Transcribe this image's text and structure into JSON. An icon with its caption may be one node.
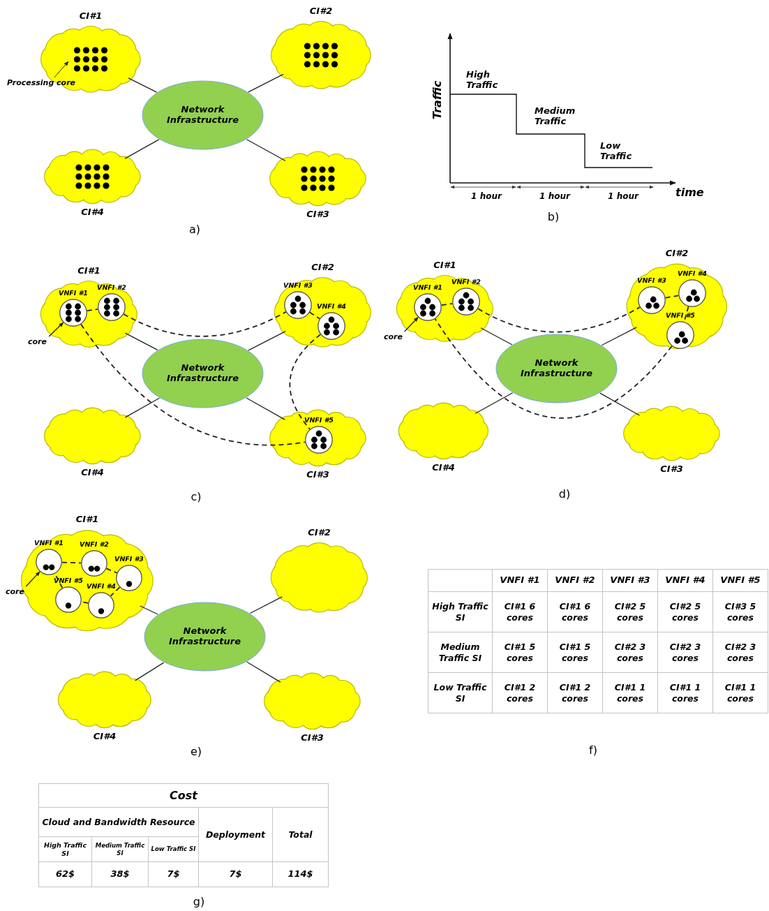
{
  "diagram": {
    "nodes": [
      {
        "text": [
          "CI#1"
        ]
      },
      {
        "text": [
          "CI#2"
        ]
      },
      {
        "text": [
          "Processing core"
        ]
      },
      {
        "text": [
          "Network Infrastructure"
        ]
      },
      {
        "text": [
          "CI#4"
        ]
      },
      {
        "text": [
          "CI#3"
        ]
      },
      {
        "text": [
          "CI#1"
        ]
      },
      {
        "text": [
          "VNFI #1"
        ],
        "in": 6
      },
      {
        "text": [
          "VNFI #2"
        ],
        "in": 6
      },
      {
        "text": [
          "CI#2"
        ]
      },
      {
        "text": [
          "VNFI #3"
        ],
        "in": 9
      },
      {
        "text": [
          "VNFI #4"
        ],
        "in": 9
      },
      {
        "text": [
          "core"
        ]
      },
      {
        "text": [
          "Network Infrastructure"
        ]
      },
      {
        "text": [
          "CI#4"
        ]
      },
      {
        "text": [
          "CI#3"
        ]
      },
      {
        "text": [
          "VNFI #5"
        ],
        "in": 15
      },
      {
        "text": [
          "CI#1"
        ]
      },
      {
        "text": [
          "VNFI #1"
        ],
        "in": 17
      },
      {
        "text": [
          "VNFI #2"
        ],
        "in": 17
      },
      {
        "text": [
          "CI#2"
        ]
      },
      {
        "text": [
          "VNFI #3"
        ],
        "in": 20
      },
      {
        "text": [
          "VNFI #4"
        ],
        "in": 20
      },
      {
        "text": [
          "VNFI #5"
        ],
        "in": 20
      },
      {
        "text": [
          "core"
        ]
      },
      {
        "text": [
          "Network Infrastructure"
        ]
      },
      {
        "text": [
          "CI#4"
        ]
      },
      {
        "text": [
          "CI#3"
        ]
      },
      {
        "text": [
          "CI#1"
        ]
      },
      {
        "text": [
          "VNFI #1"
        ],
        "in": 28
      },
      {
        "text": [
          "VNFI #2"
        ],
        "in": 28
      },
      {
        "text": [
          "VNFI #3"
        ],
        "in": 28
      },
      {
        "text": [
          "VNFI #5"
        ],
        "in": 28
      },
      {
        "text": [
          "VNFI #4"
        ],
        "in": 28
      },
      {
        "text": [
          "CI#2"
        ]
      },
      {
        "text": [
          "core"
        ]
      },
      {
        "text": [
          "Network Infrastructure"
        ]
      },
      {
        "text": [
          "CI#4"
        ]
      },
      {
        "text": [
          "CI#3"
        ]
      }
    ],
    "edges": [
      {
        "from": 0,
        "to": 3,
        "arrow": "none"
      },
      {
        "from": 1,
        "to": 3,
        "arrow": "none"
      },
      {
        "from": 4,
        "to": 3,
        "arrow": "none"
      },
      {
        "from": 5,
        "to": 3,
        "arrow": "none"
      },
      {
        "from": 2,
        "to": null,
        "arrow": "to"
      },
      {
        "from": 6,
        "to": 13,
        "arrow": "none"
      },
      {
        "from": 9,
        "to": 13,
        "arrow": "none"
      },
      {
        "from": 14,
        "to": 13,
        "arrow": "none"
      },
      {
        "from": 15,
        "to": 13,
        "arrow": "none"
      },
      {
        "from": 7,
        "to": 8,
        "arrow": "none",
        "style": "dashed"
      },
      {
        "from": 8,
        "to": 10,
        "arrow": "none",
        "style": "dashed"
      },
      {
        "from": 10,
        "to": 11,
        "arrow": "none",
        "style": "dashed"
      },
      {
        "from": 11,
        "to": 16,
        "arrow": "none",
        "style": "dashed"
      },
      {
        "from": 7,
        "to": 16,
        "arrow": "none",
        "style": "dashed"
      },
      {
        "from": 12,
        "to": 7,
        "arrow": "to"
      },
      {
        "from": 17,
        "to": 25,
        "arrow": "none"
      },
      {
        "from": 20,
        "to": 25,
        "arrow": "none"
      },
      {
        "from": 26,
        "to": 25,
        "arrow": "none"
      },
      {
        "from": 27,
        "to": 25,
        "arrow": "none"
      },
      {
        "from": 18,
        "to": 19,
        "arrow": "none",
        "style": "dashed"
      },
      {
        "from": 19,
        "to": 21,
        "arrow": "none",
        "style": "dashed"
      },
      {
        "from": 21,
        "to": 22,
        "arrow": "none",
        "style": "dashed"
      },
      {
        "from": 22,
        "to": 23,
        "arrow": "none",
        "style": "dashed"
      },
      {
        "from": 23,
        "to": 18,
        "arrow": "none",
        "style": "dashed"
      },
      {
        "from": 24,
        "to": 18,
        "arrow": "to"
      },
      {
        "from": 28,
        "to": 36,
        "arrow": "none"
      },
      {
        "from": 34,
        "to": 36,
        "arrow": "none"
      },
      {
        "from": 37,
        "to": 36,
        "arrow": "none"
      },
      {
        "from": 38,
        "to": 36,
        "arrow": "none"
      },
      {
        "from": 29,
        "to": 30,
        "arrow": "none",
        "style": "dashed"
      },
      {
        "from": 30,
        "to": 31,
        "arrow": "none",
        "style": "dashed"
      },
      {
        "from": 31,
        "to": 33,
        "arrow": "none",
        "style": "dashed"
      },
      {
        "from": 33,
        "to": 32,
        "arrow": "none",
        "style": "dashed"
      },
      {
        "from": 32,
        "to": 29,
        "arrow": "none",
        "style": "dashed"
      },
      {
        "from": 35,
        "to": 29,
        "arrow": "to"
      }
    ],
    "labels": [
      "Traffic",
      "High Traffic",
      "Medium Traffic",
      "Low Traffic",
      "1 hour",
      "1 hour",
      "1 hour",
      "time",
      "a)",
      "b)",
      "c)",
      "d)",
      "e)",
      "VNFI #1",
      "VNFI #2",
      "VNFI #3",
      "VNFI #4",
      "VNFI #5",
      "High Traffic SI",
      "CI#1 6 cores",
      "CI#1 6 cores",
      "CI#2 5 cores",
      "CI#2 5 cores",
      "CI#3 5 cores",
      "Medium Traffic SI",
      "CI#1 5 cores",
      "CI#1 5 cores",
      "CI#2 3 cores",
      "CI#2 3 cores",
      "CI#2 3 cores",
      "Low Traffic SI",
      "CI#1 2 cores",
      "CI#1 2 cores",
      "CI#1 1 cores",
      "CI#1 1 cores",
      "CI#1 1 cores",
      "f)",
      "Cost",
      "Cloud and Bandwidth Resource",
      "Deployment",
      "Total",
      "High Traffic SI",
      "Medium Traffic SI",
      "Low Traffic SI",
      "62$",
      "38$",
      "7$",
      "7$",
      "114$",
      "g)"
    ]
  }
}
